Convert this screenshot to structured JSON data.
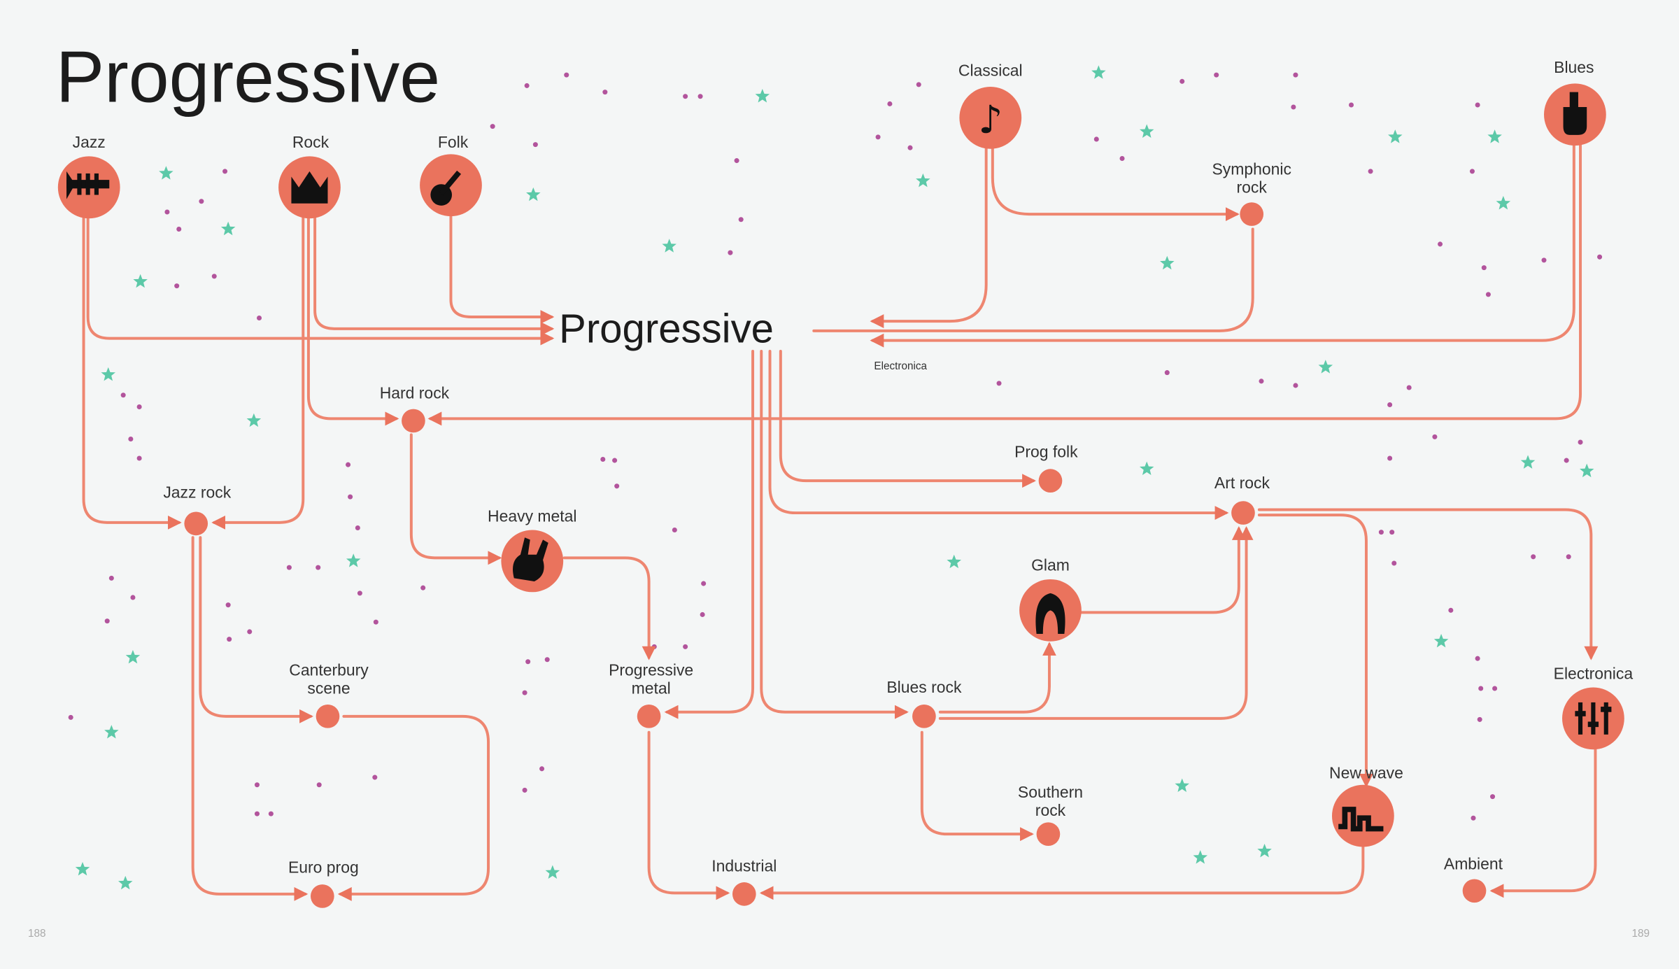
{
  "title": "Progressive",
  "center_label": "Progressive",
  "electronica_note": "Electronica",
  "page_numbers": {
    "left": "188",
    "right": "189"
  },
  "nodes": {
    "jazz": "Jazz",
    "rock": "Rock",
    "folk": "Folk",
    "classical": "Classical",
    "blues": "Blues",
    "symphonic_rock": [
      "Symphonic",
      "rock"
    ],
    "hard_rock": "Hard rock",
    "prog_folk": "Prog folk",
    "art_rock": "Art rock",
    "jazz_rock": "Jazz rock",
    "heavy_metal": "Heavy metal",
    "glam": "Glam",
    "canterbury_scene": [
      "Canterbury",
      "scene"
    ],
    "progressive_metal": [
      "Progressive",
      "metal"
    ],
    "blues_rock": "Blues rock",
    "electronica": "Electronica",
    "new_wave": "New wave",
    "southern_rock": [
      "Southern",
      "rock"
    ],
    "euro_prog": "Euro prog",
    "industrial": "Industrial",
    "ambient": "Ambient"
  },
  "colors": {
    "accent": "#ea735d",
    "line": "#ee8670",
    "star": "#5cc9a8",
    "dot": "#b2549c",
    "background": "#f4f6f6"
  }
}
